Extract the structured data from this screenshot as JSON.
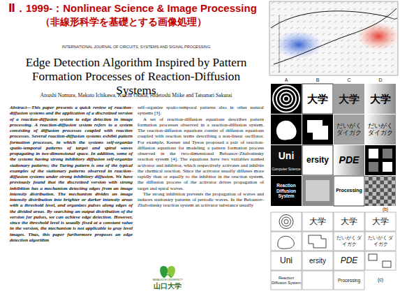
{
  "diagram": {
    "title": "Ⅱ．1999-：Nonlinear Science & Image Processing",
    "labels": [
      "（非線形科学を基礎とする画像処理）",
      "INTERNATIONAL JOURNAL OF CIRCUITS, SYSTEMS AND SIGNAL PROCESSING",
      "Edge Detection Algorithm Inspired by Pattern Formation Processes of Reaction-Diffusion Systems",
      "Atsushi Nomura, Makoto Ichikawa, Koichi Okada, Hidetoshi Miike and Tatsunari Sakurai",
      "Abstract—This paper presents a quick review of reaction-diffusion systems and the application of a discretized version of a reaction-diffusion system to edge detection in image processing. A reaction-diffusion system refers to a system consisting of diffusion processes coupled with reaction processes. Several reaction-diffusion systems exhibit pattern formation processes, in which the systems self-organize spatio-temporal patterns of target and spiral waves propagating in two-dimensional space. In addition, some of the systems having strong inhibitory diffusion self-organize stationary patterns; the Turing pattern is one of the typical examples of the stationary patterns observed in reaction-diffusion systems under strong inhibitory diffusion. We have previously found that the discretized version with strong inhibition has a mechanism detecting edges from an image intensity distribution. The mechanism divides an image intensity distribution into brighter or darker intensity areas with a threshold level, and organizes pulses along edges of the divided areas. By searching an output distribution of the version for pulses, we can achieve edge detection. However, since the threshold level is usually fixed at a constant value in the version, the mechanism is not applicable to gray level images. Thus, this paper furthermore proposes an edge detection algorithm",
      "self-organize spatio-temporal patterns also in other natural systems [3].",
      "A set of reaction-diffusion equations describes pattern formation processes observed in a reaction-diffusion system. The reaction-diffusion equations consist of diffusion equations coupled with reaction terms describing a non-linear oscillator. For example, Keener and Tyson proposed a pair of reaction-diffusion equations for modeling a pattern formation process observed in the two-dimensional Belousov-Zhabotinsky reaction system [4]. The equations have two variables named activator and inhibitor, which respectively activates and inhibits the chemical reaction. Since the activator usually diffuses more rapidly than or equally to the inhibitor in the reaction system, the diffusion process of the activator drives propagation of target and spiral waves.",
      "The strong inhibition prevents the propagation of waves and induces stationary patterns of periodic waves. In the Belousov-Zhabotinsky reaction system an activator substance usually",
      "YAMAGUCHI UNIVERSITY",
      "山口大学",
      "A",
      "B",
      "C",
      "D",
      "大学",
      "大学",
      "大学",
      "だいがく ダイガク",
      "だいがく ダイガク",
      "Uni",
      "ersity",
      "Computer Science",
      "PDE",
      "Reaction Diffusion System",
      "Processing",
      "(b)",
      "大学",
      "大学",
      "大学",
      "だいがく ダイガク",
      "だいがく ダイガク",
      "Uni",
      "ersity",
      "PDE",
      "Reaction Diffusion System",
      "Processing",
      "(c)"
    ]
  }
}
